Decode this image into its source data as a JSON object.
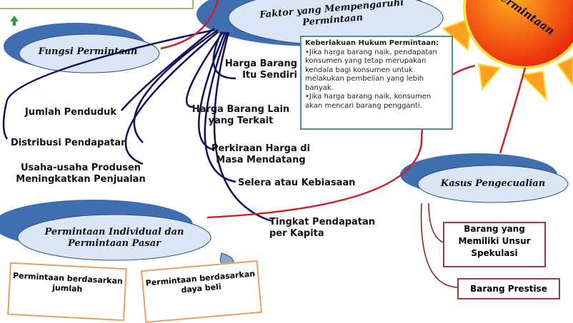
{
  "sun": {
    "label": "Permintaan"
  },
  "clouds": {
    "faktor": "Faktor yang Mempengaruhi Permintaan",
    "fungsi": "Fungsi Permintaan",
    "kasus": "Kasus Pengecualian",
    "individual": "Permintaan Individual dan Permintaan Pasar"
  },
  "factors": [
    "Harga Barang Itu Sendiri",
    "Harga Barang Lain yang Terkait",
    "Perkiraan Harga di Masa Mendatang",
    "Selera atau Kebiasaan",
    "Tingkat Pendapatan per Kapita",
    "Jumlah Penduduk",
    "Distribusi Pendapatan",
    "Usaha-usaha Produsen Meningkatkan Penjualan"
  ],
  "hukum": {
    "title": "Keberlakuan Hukum Permintaan:",
    "items": [
      "•Jika harga barang naik, pendapatan konsumen yang tetap merupakan kendala bagi konsumen untuk melakukan pembelian yang lebih banyak.",
      "•Jika harga barang naik, konsumen akan mencari barang pengganti."
    ]
  },
  "kasus_items": [
    "Barang yang Memiliki Unsur Spekulasi",
    "Barang Prestise"
  ],
  "individual_items": [
    "Permintaan berdasarkan jumlah",
    "Permintaan berdasarkan daya beli"
  ],
  "colors": {
    "cloud_dark": "#3f6fb0",
    "cloud_light": "#dbe6f4",
    "navy": "#10105a",
    "red": "#d0202a",
    "sun": "#f07010"
  }
}
